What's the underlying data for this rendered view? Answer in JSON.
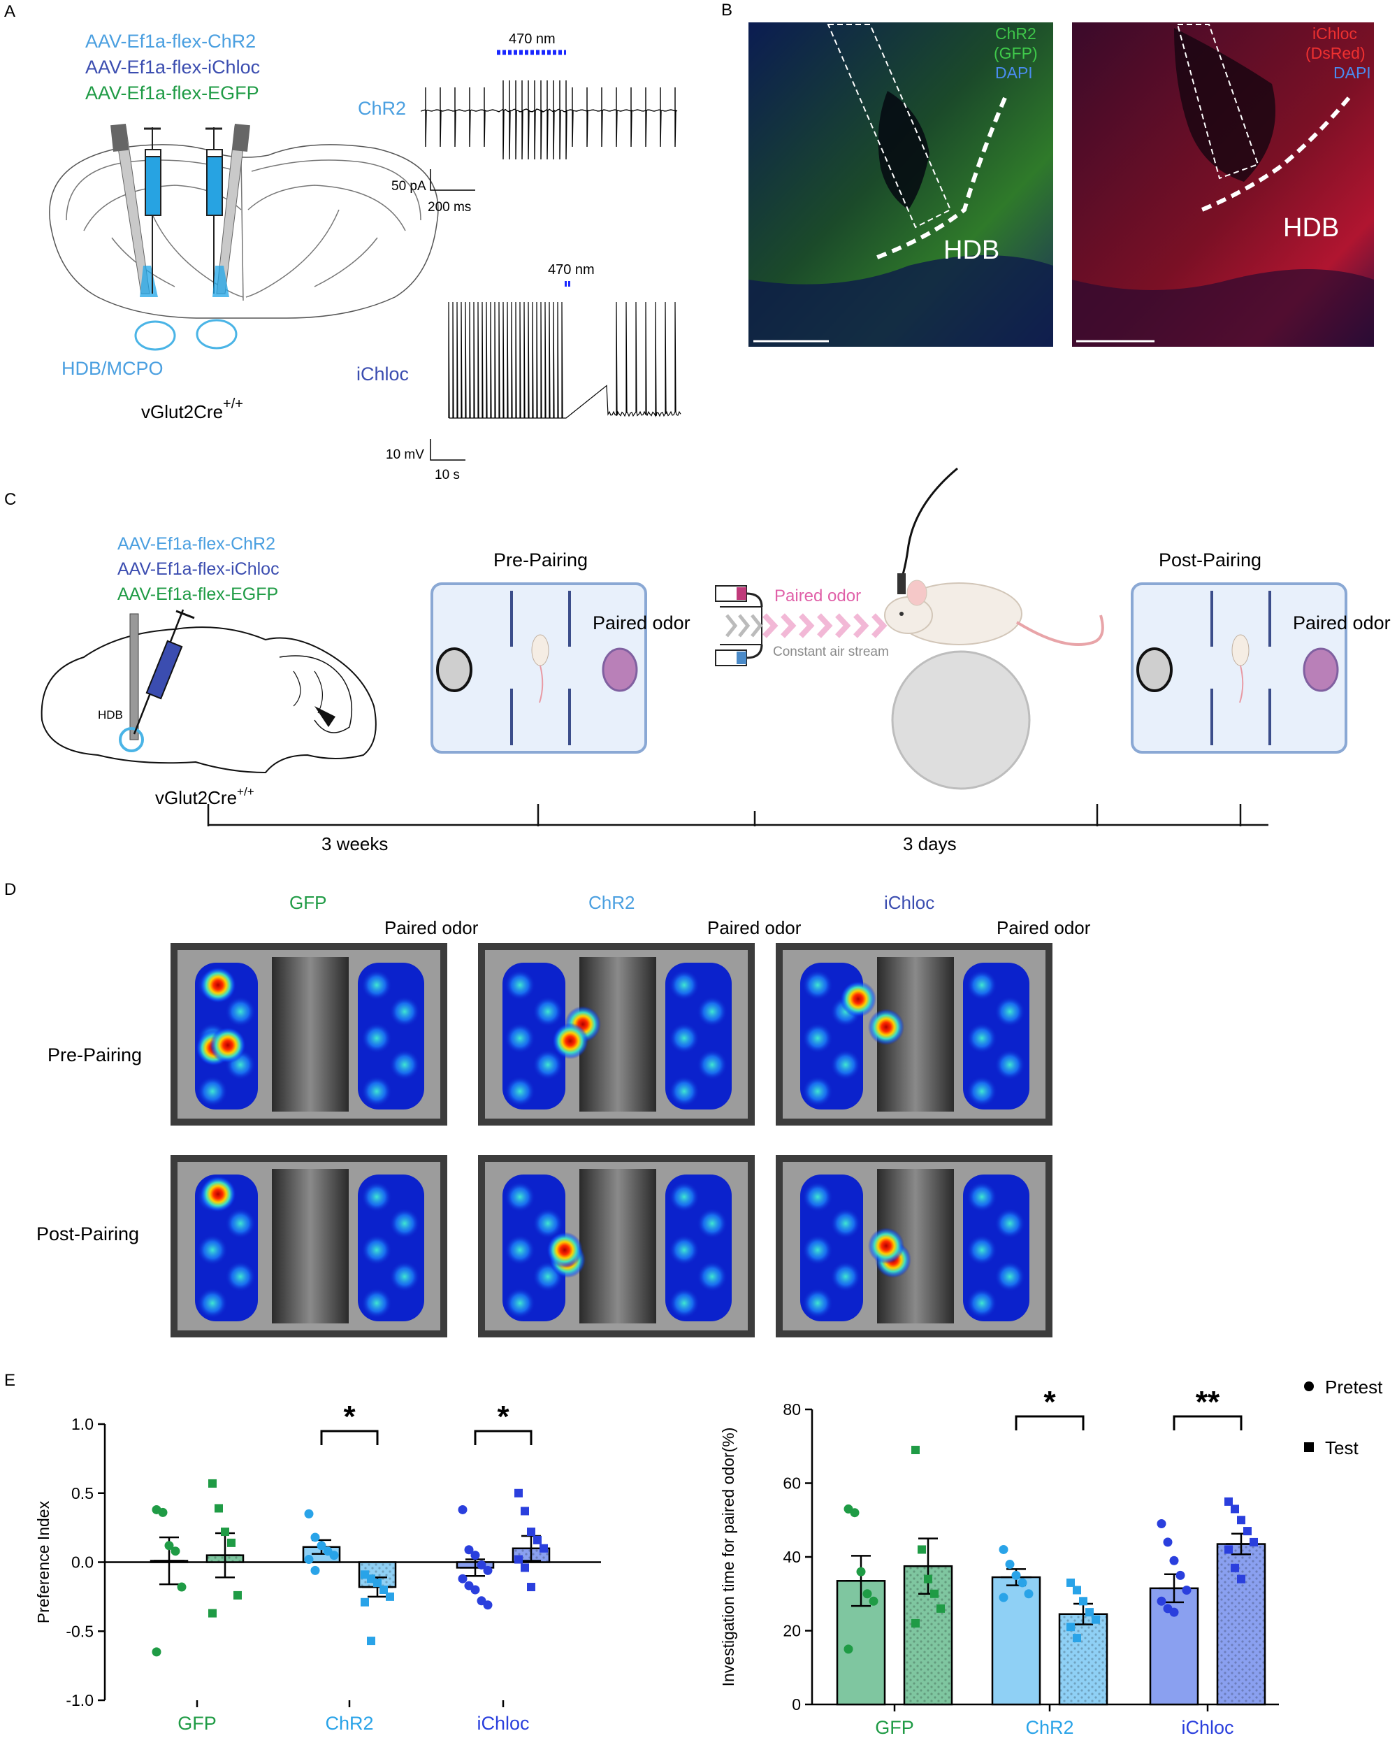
{
  "colors": {
    "chr2": "#4a9fe0",
    "ichloc": "#3b4db0",
    "egfp": "#1f9b45",
    "gfp_bar": "#7fc6a0",
    "chr2_bar": "#8fd0f5",
    "ichloc_bar": "#8aa0f0",
    "gfp_pt": "#1f9b45",
    "chr2_pt": "#29a3e8",
    "ichloc_pt": "#2a3fdd",
    "pink": "#e97ab8"
  },
  "panels": {
    "a": "A",
    "b": "B",
    "c": "C",
    "d": "D",
    "e": "E"
  },
  "panel_a": {
    "virus_chr2": "AAV-Ef1a-flex-ChR2",
    "virus_ichloc": "AAV-Ef1a-flex-iChloc",
    "virus_egfp": "AAV-Ef1a-flex-EGFP",
    "region": "HDB/MCPO",
    "mouse": "vGlut2Cre",
    "mouse_sup": "+/+",
    "trace1_label": "ChR2",
    "trace1_light": "470 nm",
    "trace1_scale_y": "50 pA",
    "trace1_scale_x": "200 ms",
    "trace2_label": "iChloc",
    "trace2_light": "470 nm",
    "trace2_scale_y": "10 mV",
    "trace2_scale_x": "10 s"
  },
  "panel_b": {
    "left_l1": "ChR2",
    "left_l2": "(GFP)",
    "left_l3": "DAPI",
    "left_region": "HDB",
    "right_l1": "iChloc",
    "right_l2": "(DsRed)",
    "right_l3": "DAPI",
    "right_region": "HDB"
  },
  "panel_c": {
    "virus_chr2": "AAV-Ef1a-flex-ChR2",
    "virus_ichloc": "AAV-Ef1a-flex-iChloc",
    "virus_egfp": "AAV-Ef1a-flex-EGFP",
    "hdb": "HDB",
    "mouse": "vGlut2Cre",
    "mouse_sup": "+/+",
    "pre_title": "Pre-Pairing",
    "post_title": "Post-Pairing",
    "paired_odor": "Paired odor",
    "paired_odor_stream": "Paired odor",
    "air_stream": "Constant air stream",
    "weeks": "3 weeks",
    "days": "3 days"
  },
  "panel_d": {
    "col_gfp": "GFP",
    "col_chr2": "ChR2",
    "col_ichloc": "iChloc",
    "paired_odor": "Paired odor",
    "row_pre": "Pre-Pairing",
    "row_post": "Post-Pairing"
  },
  "legend": {
    "pretest": "Pretest",
    "test": "Test"
  },
  "chart_data": [
    {
      "type": "bar",
      "ylabel": "Preference Index",
      "ylim": [
        -1.0,
        1.0
      ],
      "yticks": [
        "1.0",
        "0.5",
        "0.0",
        "-0.5",
        "-1.0"
      ],
      "categories": [
        "GFP",
        "ChR2",
        "iChloc"
      ],
      "series": [
        {
          "name": "Pretest",
          "means": [
            0.01,
            0.11,
            -0.04
          ],
          "sem": [
            0.17,
            0.05,
            0.06
          ],
          "points": [
            [
              0.38,
              0.36,
              0.12,
              0.08,
              -0.18,
              -0.65
            ],
            [
              0.35,
              0.18,
              0.12,
              0.08,
              0.05,
              0.02,
              -0.06
            ],
            [
              0.38,
              0.09,
              0.05,
              -0.02,
              -0.06,
              -0.12,
              -0.17,
              -0.2,
              -0.28,
              -0.31
            ]
          ]
        },
        {
          "name": "Test",
          "means": [
            0.05,
            -0.18,
            0.1
          ],
          "sem": [
            0.16,
            0.07,
            0.09
          ],
          "points": [
            [
              0.57,
              0.39,
              0.22,
              0.14,
              -0.24,
              -0.37
            ],
            [
              -0.09,
              -0.12,
              -0.15,
              -0.2,
              -0.25,
              -0.29,
              -0.57
            ],
            [
              0.5,
              0.37,
              0.22,
              0.16,
              0.1,
              0.02,
              -0.04,
              -0.18
            ]
          ]
        }
      ],
      "significance": [
        "",
        "*",
        "*"
      ]
    },
    {
      "type": "bar",
      "ylabel": "Investigation time for paired odor(%)",
      "ylim": [
        0,
        80
      ],
      "yticks": [
        "80",
        "60",
        "40",
        "20",
        "0"
      ],
      "categories": [
        "GFP",
        "ChR2",
        "iChloc"
      ],
      "series": [
        {
          "name": "Pretest",
          "means": [
            33.5,
            34.5,
            31.5
          ],
          "sem": [
            6.8,
            2.2,
            3.8
          ],
          "points": [
            [
              53,
              52,
              36,
              30,
              28,
              15
            ],
            [
              42,
              38,
              35,
              33,
              30,
              29
            ],
            [
              49,
              44,
              39,
              35,
              31,
              28,
              26,
              25
            ]
          ]
        },
        {
          "name": "Test",
          "means": [
            37.5,
            24.5,
            43.5
          ],
          "sem": [
            7.5,
            2.8,
            2.8
          ],
          "points": [
            [
              69,
              42,
              34,
              30,
              26,
              22
            ],
            [
              33,
              31,
              28,
              25,
              23,
              21,
              18
            ],
            [
              55,
              53,
              50,
              47,
              44,
              42,
              37,
              34
            ]
          ]
        }
      ],
      "significance": [
        "",
        "*",
        "**"
      ]
    }
  ]
}
